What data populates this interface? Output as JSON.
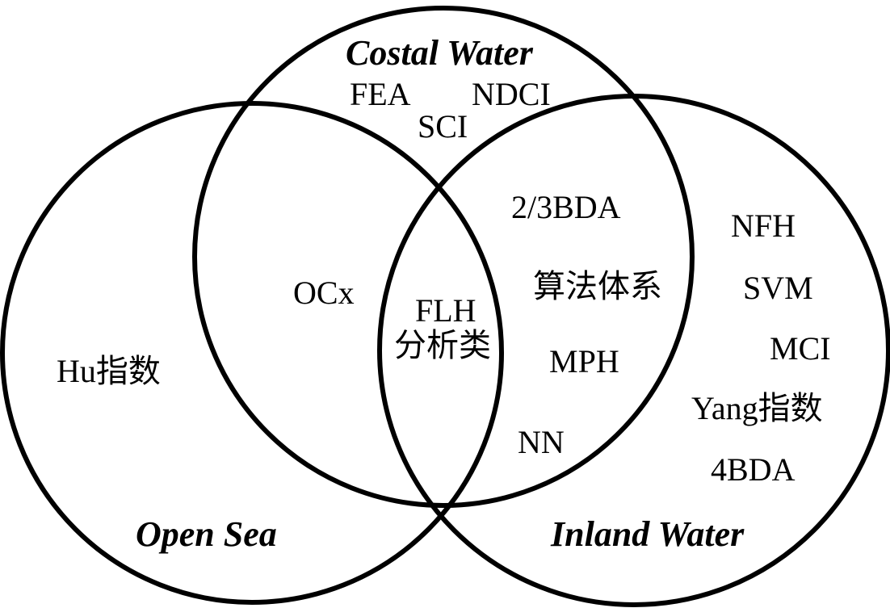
{
  "sets": {
    "coastal": {
      "title": "Costal Water"
    },
    "open": {
      "title": "Open Sea"
    },
    "inland": {
      "title": "Inland Water"
    }
  },
  "regions": {
    "coastal_only": [
      "FEA",
      "NDCI",
      "SCI"
    ],
    "open_only": [
      "Hu指数"
    ],
    "open_coastal": [
      "OCx"
    ],
    "all_three": [
      "FLH",
      "分析类"
    ],
    "coastal_inland": [
      "2/3BDA",
      "算法体系",
      "MPH",
      "NN"
    ],
    "inland_only": [
      "NFH",
      "SVM",
      "MCI",
      "Yang指数",
      "4BDA"
    ]
  },
  "colors": {
    "stroke": "#000000",
    "background": "#ffffff"
  }
}
